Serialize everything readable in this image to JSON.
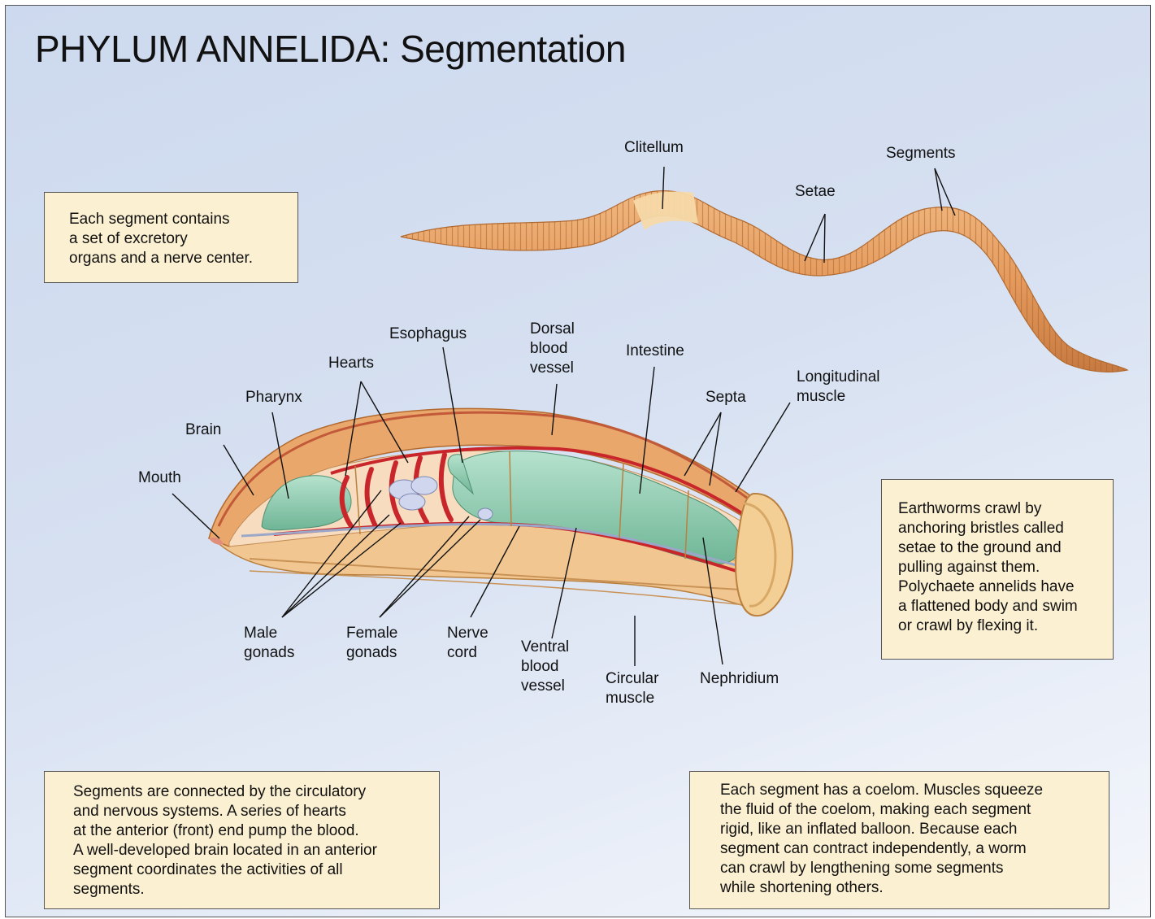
{
  "title": "PHYLUM ANNELIDA: Segmentation",
  "notes": {
    "top_left": "Each segment contains\na set of excretory\norgans and a nerve center.",
    "right": "Earthworms crawl by\nanchoring bristles called\nsetae to the ground and\npulling against them.\nPolychaete annelids have\na flattened body and swim\nor crawl by flexing it.",
    "bottom_left": "Segments are connected by the circulatory\nand nervous systems. A series of hearts\nat the anterior (front) end pump the blood.\nA well-developed brain located in an anterior\nsegment coordinates the activities of all\nsegments.",
    "bottom_right": "Each segment has a coelom. Muscles squeeze\nthe fluid of the coelom, making each segment\nrigid, like an inflated balloon. Because each\nsegment can contract independently, a worm\ncan crawl by lengthening some segments\nwhile shortening others."
  },
  "labels": {
    "clitellum": "Clitellum",
    "setae": "Setae",
    "segments": "Segments",
    "esophagus": "Esophagus",
    "dorsal_blood_vessel": "Dorsal\nblood\nvessel",
    "intestine": "Intestine",
    "hearts": "Hearts",
    "pharynx": "Pharynx",
    "brain": "Brain",
    "mouth": "Mouth",
    "septa": "Septa",
    "longitudinal_muscle": "Longitudinal\nmuscle",
    "male_gonads": "Male\ngonads",
    "female_gonads": "Female\ngonads",
    "nerve_cord": "Nerve\ncord",
    "ventral_blood_vessel": "Ventral\nblood\nvessel",
    "circular_muscle": "Circular\nmuscle",
    "nephridium": "Nephridium"
  },
  "colors": {
    "note_fill": "#fcf0d2",
    "worm_skin": "#e8a86a",
    "clitellum": "#f6d9a8",
    "intestine": "#8fcdb2",
    "blood_vessel": "#c8262a",
    "nerve": "#9aa7c8"
  }
}
